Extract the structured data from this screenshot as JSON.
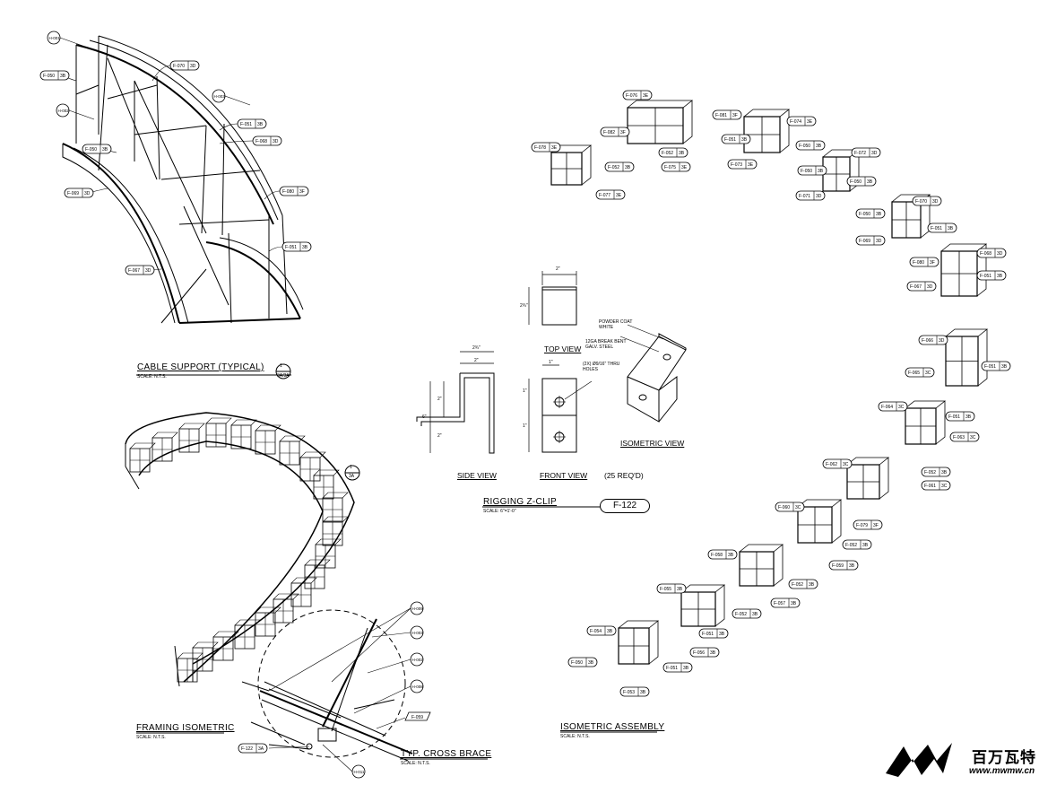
{
  "views": {
    "cable_support": {
      "title": "CABLE SUPPORT (TYPICAL)",
      "scale": "SCALE: N.T.S.",
      "ref_num": "1",
      "ref_sheet": "3A/3A"
    },
    "framing_iso": {
      "title": "FRAMING ISOMETRIC",
      "scale": "SCALE: N.T.S.",
      "ref_num": "1",
      "ref_sheet": "3A"
    },
    "cross_brace": {
      "title": "TYP. CROSS BRACE",
      "scale": "SCALE: N.T.S."
    },
    "iso_assembly": {
      "title": "ISOMETRIC ASSEMBLY",
      "scale": "SCALE: N.T.S."
    },
    "rigging_clip": {
      "title": "RIGGING Z-CLIP",
      "scale": "SCALE: 6\"=1'-0\"",
      "ref": "F-122",
      "side_view": "SIDE VIEW",
      "front_view": "FRONT VIEW",
      "qty": "(25 REQ'D)",
      "top_view": "TOP VIEW",
      "iso_view": "ISOMETRIC VIEW",
      "note_powder": "POWDER COAT\nWHITE",
      "note_steel": "12GA BREAK BENT\nGALV. STEEL",
      "note_holes": "(2X) Ø9/16\" THRU\nHOLES",
      "dims": {
        "top_w": "2\"",
        "top_h": "2¾\"",
        "side_top": "2¾\"",
        "side_inner": "2\"",
        "side_h1": "2\"",
        "side_h2": "2\"",
        "side_total": "6\"",
        "front_w": "1\"",
        "front_h1": "1\"",
        "front_h2": "1\""
      }
    }
  },
  "callouts_cable": [
    "F-050 3B",
    "F-070 3D",
    "F-051 3B",
    "F-068 3D",
    "F-050 3B",
    "F-069 3D",
    "F-080 3F",
    "F-051 3B",
    "F-067 3D"
  ],
  "circles_cable": [
    "H-001",
    "H-002",
    "H-003"
  ],
  "callouts_assembly": [
    "F-076 3E",
    "F-081 3F",
    "F-082 3F",
    "F-052 3B",
    "F-078 3E",
    "F-052 3B",
    "F-075 3E",
    "F-077 3E",
    "F-074 3E",
    "F-051 3B",
    "F-050 3B",
    "F-073 3E",
    "F-072 3D",
    "F-050 3B",
    "F-050 3B",
    "F-071 3D",
    "F-070 3D",
    "F-050 3B",
    "F-051 3B",
    "F-069 3D",
    "F-068 3D",
    "F-080 3F",
    "F-051 3B",
    "F-067 3D",
    "F-066 3D",
    "F-065 3C",
    "F-051 3B",
    "F-064 3C",
    "F-051 3B",
    "F-063 3C",
    "F-062 3C",
    "F-052 3B",
    "F-061 3C",
    "F-060 3C",
    "F-079 3F",
    "F-052 3B",
    "F-058 3B",
    "F-059 3B",
    "F-052 3B",
    "F-057 3B",
    "F-055 3B",
    "F-052 3B",
    "F-051 3B",
    "F-056 3B",
    "F-054 3B",
    "F-050 3B",
    "F-051 3B",
    "F-053 3B"
  ],
  "brace_circles": [
    "H-009",
    "H-003",
    "H-002",
    "H-008",
    "H-011"
  ],
  "brace_callouts": [
    "F-059",
    "F-122 3A"
  ],
  "logo": {
    "cn": "百万瓦特",
    "url": "www.mwmw.cn"
  }
}
